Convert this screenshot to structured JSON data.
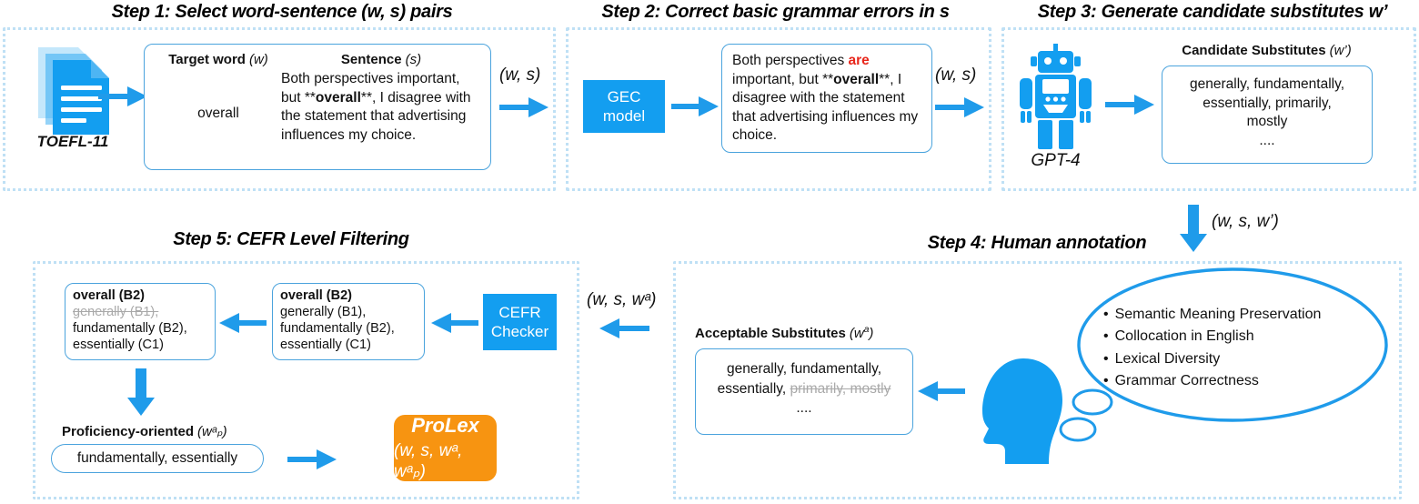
{
  "steps": {
    "step1": {
      "title": "Step 1: Select word-sentence (w, s) pairs",
      "source_label": "TOEFL-11",
      "col1_header": "Target word",
      "col1_header_var": "(w)",
      "col2_header": "Sentence",
      "col2_header_var": "(s)",
      "target_word": "overall",
      "sentence_part1": "Both perspectives important, but **",
      "sentence_bold": "overall",
      "sentence_part2": "**, I disagree with the statement that advertising influences my choice.",
      "output_tuple": "(w, s)"
    },
    "step2": {
      "title": "Step 2: Correct basic grammar errors in s",
      "model_label_line1": "GEC",
      "model_label_line2": "model",
      "sentence_part1": "Both perspectives ",
      "sentence_correction": "are",
      "sentence_part2": " important, but **",
      "sentence_bold": "overall",
      "sentence_part3": "**, I disagree with the statement that advertising influences my choice.",
      "output_tuple": "(w, s)"
    },
    "step3": {
      "title": "Step 3: Generate candidate substitutes w’",
      "model_label": "GPT-4",
      "box_header": "Candidate Substitutes",
      "box_header_var": "(w’)",
      "candidates_line1": "generally, fundamentally,",
      "candidates_line2": "essentially, primarily,",
      "candidates_line3": "mostly",
      "candidates_line4": "....",
      "output_tuple_pre": "(w, s, w’)"
    },
    "step4": {
      "title": "Step 4: Human annotation",
      "box_header": "Acceptable Substitutes",
      "box_header_var": "(w",
      "accepted_line1": "generally, fundamentally,",
      "accepted_line2_kept": "essentially, ",
      "accepted_line2_rejected": "primarily, mostly",
      "accepted_line3": "....",
      "criteria": [
        "Semantic Meaning Preservation",
        "Collocation in English",
        "Lexical Diversity",
        "Grammar Correctness"
      ],
      "output_tuple": "(w, s, wᵃ)"
    },
    "step5": {
      "title": "Step 5: CEFR Level Filtering",
      "checker_line1": "CEFR",
      "checker_line2": "Checker",
      "unfiltered": {
        "l1": "overall (B2)",
        "l2": "generally (B1),",
        "l3": "fundamentally (B2),",
        "l4": "essentially (C1)"
      },
      "filtered": {
        "l1": "overall (B2)",
        "l2_struck": "generally (B1),",
        "l3": "fundamentally (B2),",
        "l4": "essentially (C1)"
      },
      "prof_header": "Proficiency-oriented",
      "prof_header_var": "(wᵃₚ)",
      "prof_value": "fundamentally, essentially",
      "prolex_name": "ProLex",
      "prolex_tuple": "(w, s, wᵃ, wᵃₚ)"
    }
  },
  "colors": {
    "accent_blue": "#139ef0",
    "panel_dot": "#bfe0f5",
    "box_border": "#4aa3dd",
    "orange": "#F79411",
    "error_red": "#e8261b",
    "struck_gray": "#a9a9a9"
  }
}
